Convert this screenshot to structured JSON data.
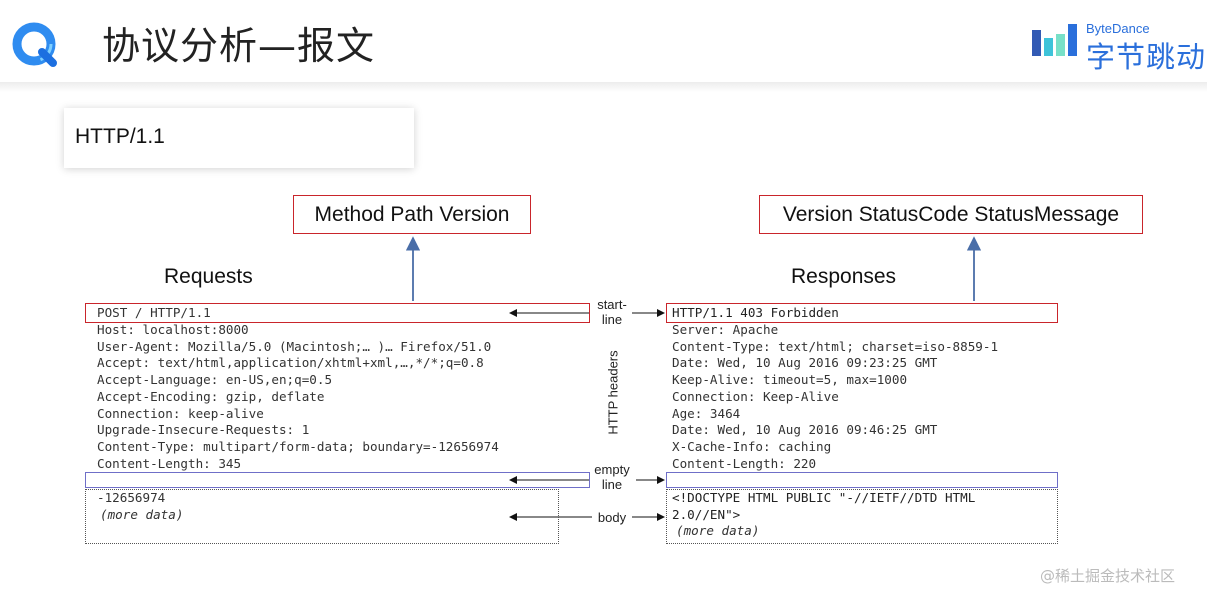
{
  "header": {
    "title": "协议分析—报文",
    "brand_en": "ByteDance",
    "brand_cn": "字节跳动"
  },
  "version_card": {
    "text": "HTTP/1.1"
  },
  "diagram": {
    "request_label": "Method Path Version",
    "response_label": "Version StatusCode StatusMessage",
    "requests_heading": "Requests",
    "responses_heading": "Responses",
    "request": {
      "start_line": "POST / HTTP/1.1",
      "headers": [
        "Host: localhost:8000",
        "User-Agent: Mozilla/5.0 (Macintosh;… )… Firefox/51.0",
        "Accept: text/html,application/xhtml+xml,…,*/*;q=0.8",
        "Accept-Language: en-US,en;q=0.5",
        "Accept-Encoding: gzip, deflate",
        "Connection: keep-alive",
        "Upgrade-Insecure-Requests: 1",
        "Content-Type: multipart/form-data; boundary=-12656974",
        "Content-Length: 345"
      ],
      "body_line1": "-12656974",
      "body_line2": "(more data)"
    },
    "response": {
      "start_line": "HTTP/1.1 403 Forbidden",
      "headers": [
        "Server: Apache",
        "Content-Type: text/html; charset=iso-8859-1",
        "Date: Wed, 10 Aug 2016 09:23:25 GMT",
        "Keep-Alive: timeout=5, max=1000",
        "Connection: Keep-Alive",
        "Age: 3464",
        "Date: Wed, 10 Aug 2016 09:46:25 GMT",
        "X-Cache-Info: caching",
        "Content-Length: 220"
      ],
      "body_line1": "<!DOCTYPE HTML PUBLIC \"-//IETF//DTD HTML",
      "body_line2": "2.0//EN\">",
      "body_line3": "(more data)"
    },
    "middle": {
      "start_line_1": "start-",
      "start_line_2": "line",
      "http_headers": "HTTP headers",
      "empty_line_1": "empty",
      "empty_line_2": "line",
      "body": "body"
    }
  },
  "watermark": "@稀土掘金技术社区",
  "colors": {
    "red": "#c9252b",
    "blue_arrow": "#4a6ea8",
    "brand_blue": "#2a6fdb",
    "empty_line": "#6f6fc8"
  }
}
